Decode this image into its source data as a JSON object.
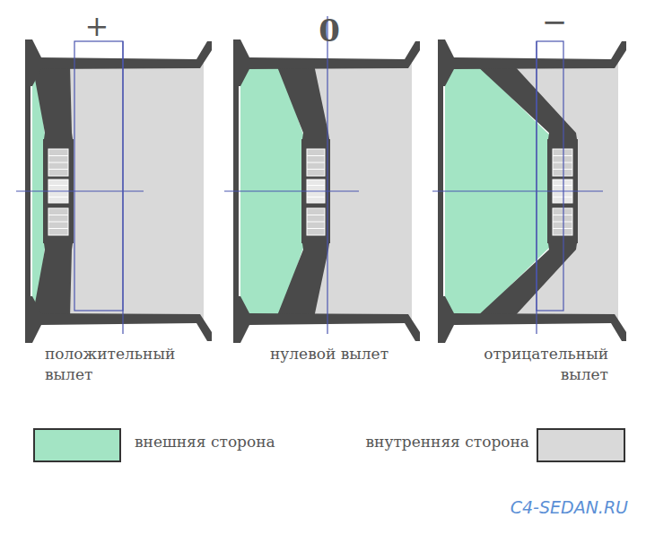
{
  "diagram": {
    "labels": [
      "+",
      "0",
      "−",
      "положительный вылет",
      "нулевой вылет",
      "отрицательный вылет",
      "C4-SEDAN.RU"
    ],
    "legend": [
      {
        "text": "внешняя сторона",
        "color": "#a3e4c4"
      },
      {
        "text": "внутренняя сторона",
        "color": "#d9d9d9"
      }
    ]
  }
}
